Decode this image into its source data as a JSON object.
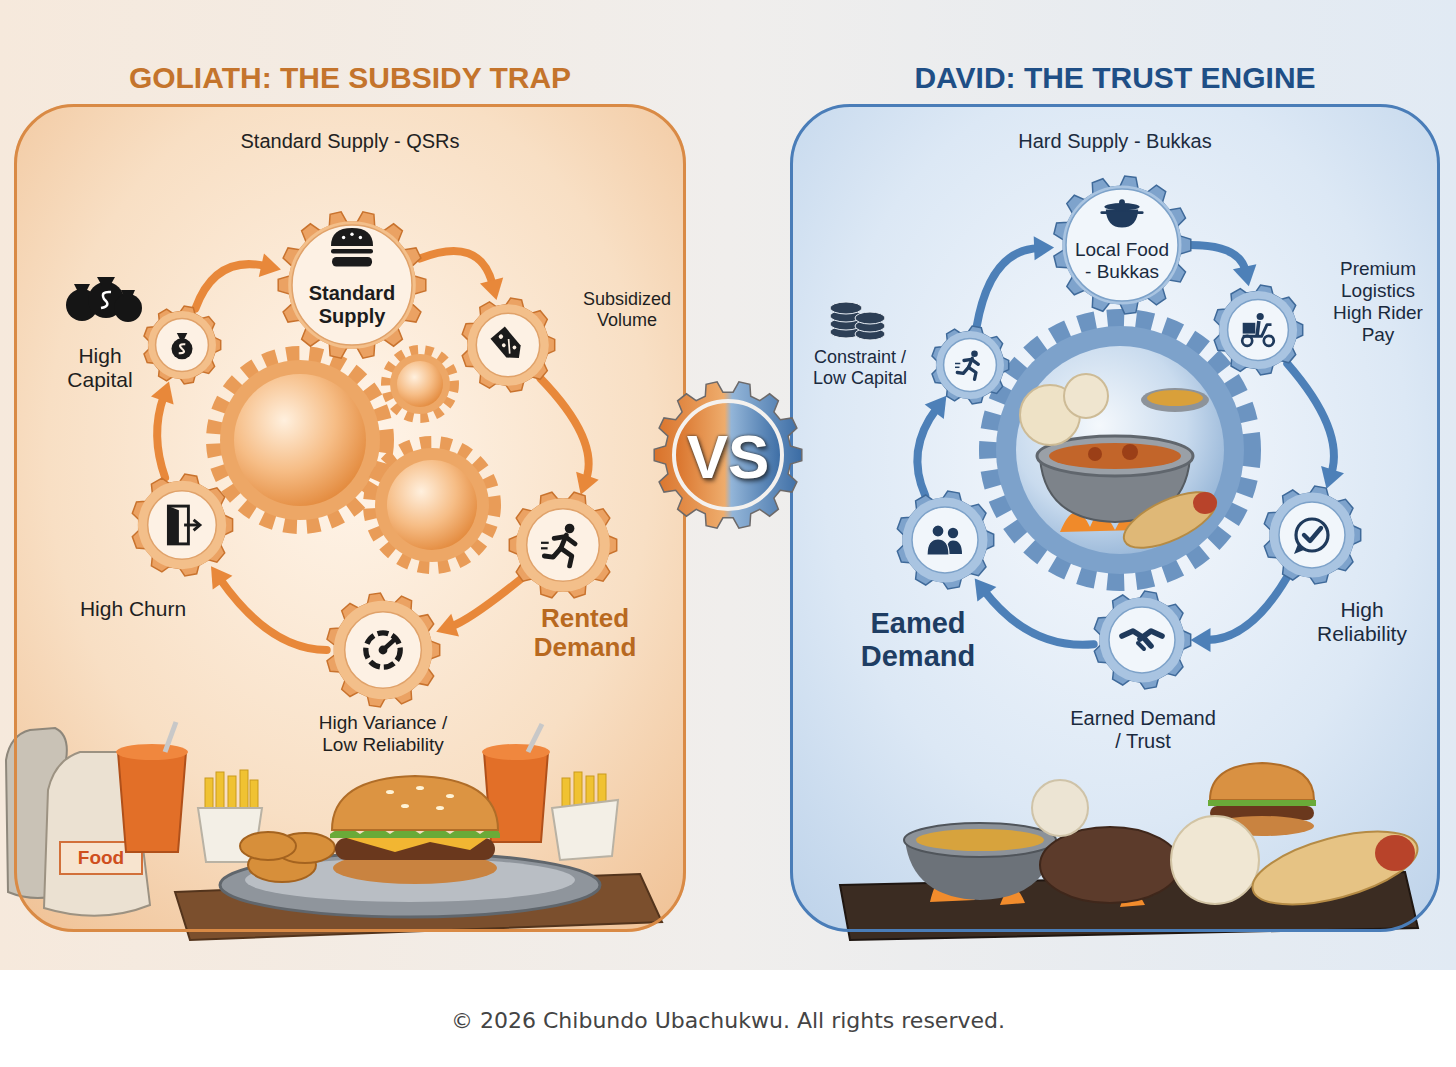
{
  "diagram": {
    "caption": "© 2026 Chibundo Ubachukwu. All rights reserved.",
    "nodes": [
      {
        "text": [
          "GOLIATH: THE SUBSIDY TRAP",
          "Standard Supply - QSRs"
        ]
      },
      {
        "text": [
          "Standard Supply"
        ],
        "in": 0
      },
      {
        "text": [
          "Subsidized Volume"
        ],
        "in": 0
      },
      {
        "text": [
          "Rented Demand"
        ],
        "in": 0
      },
      {
        "text": [
          "High Variance / Low Reliability"
        ],
        "in": 0
      },
      {
        "text": [
          "High Churn"
        ],
        "in": 0
      },
      {
        "text": [
          "High Capital"
        ],
        "in": 0
      },
      {
        "text": [
          "VS"
        ]
      },
      {
        "text": [
          "DAVID: THE TRUST ENGINE",
          "Hard Supply - Bukkas"
        ]
      },
      {
        "text": [
          "Local Food - Bukkas"
        ],
        "in": 8
      },
      {
        "text": [
          "Premium Logistics High Rider Pay"
        ],
        "in": 8
      },
      {
        "text": [
          "High Reliability"
        ],
        "in": 8
      },
      {
        "text": [
          "Earned Demand / Trust"
        ],
        "in": 8
      },
      {
        "text": [
          "Eamed Demand"
        ],
        "in": 8
      },
      {
        "text": [
          "Constraint / Low Capital"
        ],
        "in": 8
      }
    ],
    "edges": [
      {
        "from": 1,
        "to": 2,
        "arrow": "to"
      },
      {
        "from": 2,
        "to": 3,
        "arrow": "to"
      },
      {
        "from": 3,
        "to": 4,
        "arrow": "to"
      },
      {
        "from": 4,
        "to": 5,
        "arrow": "to"
      },
      {
        "from": 5,
        "to": 6,
        "arrow": "to"
      },
      {
        "from": 6,
        "to": 1,
        "arrow": "to"
      },
      {
        "from": 9,
        "to": 10,
        "arrow": "to"
      },
      {
        "from": 10,
        "to": 11,
        "arrow": "to"
      },
      {
        "from": 11,
        "to": 12,
        "arrow": "to"
      },
      {
        "from": 12,
        "to": 13,
        "arrow": "to"
      },
      {
        "from": 13,
        "to": 14,
        "arrow": "to"
      },
      {
        "from": 14,
        "to": 9,
        "arrow": "to"
      }
    ],
    "labels": [
      "Food"
    ]
  }
}
